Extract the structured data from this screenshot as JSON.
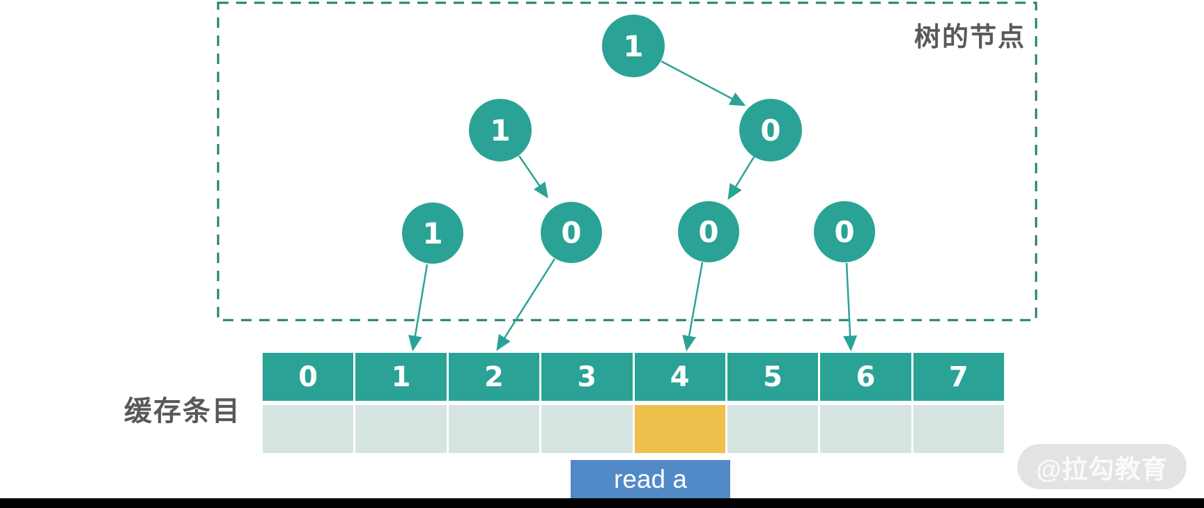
{
  "colors": {
    "teal_fill": "#2aa396",
    "teal_dash_border": "#1e7e72",
    "light_cell": "#d6e4e1",
    "highlight_yellow": "#ecc04b",
    "action_blue": "#5289c7",
    "label_gray": "#595959",
    "watermark_bg": "#e3e3e3",
    "bottom_bar_black": "#000000"
  },
  "tree": {
    "box_label": "树的节点",
    "nodes": [
      {
        "id": "root",
        "value": "1"
      },
      {
        "id": "l2-left",
        "value": "1"
      },
      {
        "id": "l2-right",
        "value": "0"
      },
      {
        "id": "l3-1",
        "value": "1"
      },
      {
        "id": "l3-2",
        "value": "0"
      },
      {
        "id": "l3-3",
        "value": "0"
      },
      {
        "id": "l3-4",
        "value": "0"
      }
    ]
  },
  "cache": {
    "label": "缓存条目",
    "headers": [
      "0",
      "1",
      "2",
      "3",
      "4",
      "5",
      "6",
      "7"
    ],
    "highlighted_cell": 4
  },
  "action_button": {
    "label": "read a"
  },
  "watermark": {
    "text": "@拉勾教育"
  }
}
